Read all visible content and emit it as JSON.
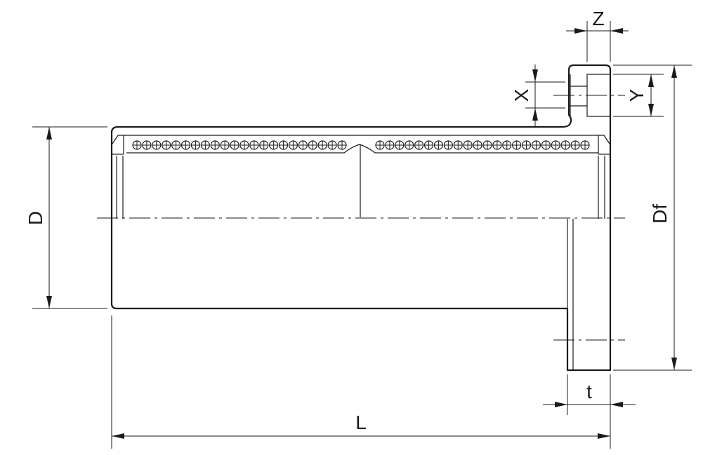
{
  "labels": {
    "D": "D",
    "Df": "Df",
    "L": "L",
    "t": "t",
    "X": "X",
    "Y": "Y",
    "Z": "Z"
  },
  "balls": {
    "left_row_count": 22,
    "right_row_count": 22
  }
}
